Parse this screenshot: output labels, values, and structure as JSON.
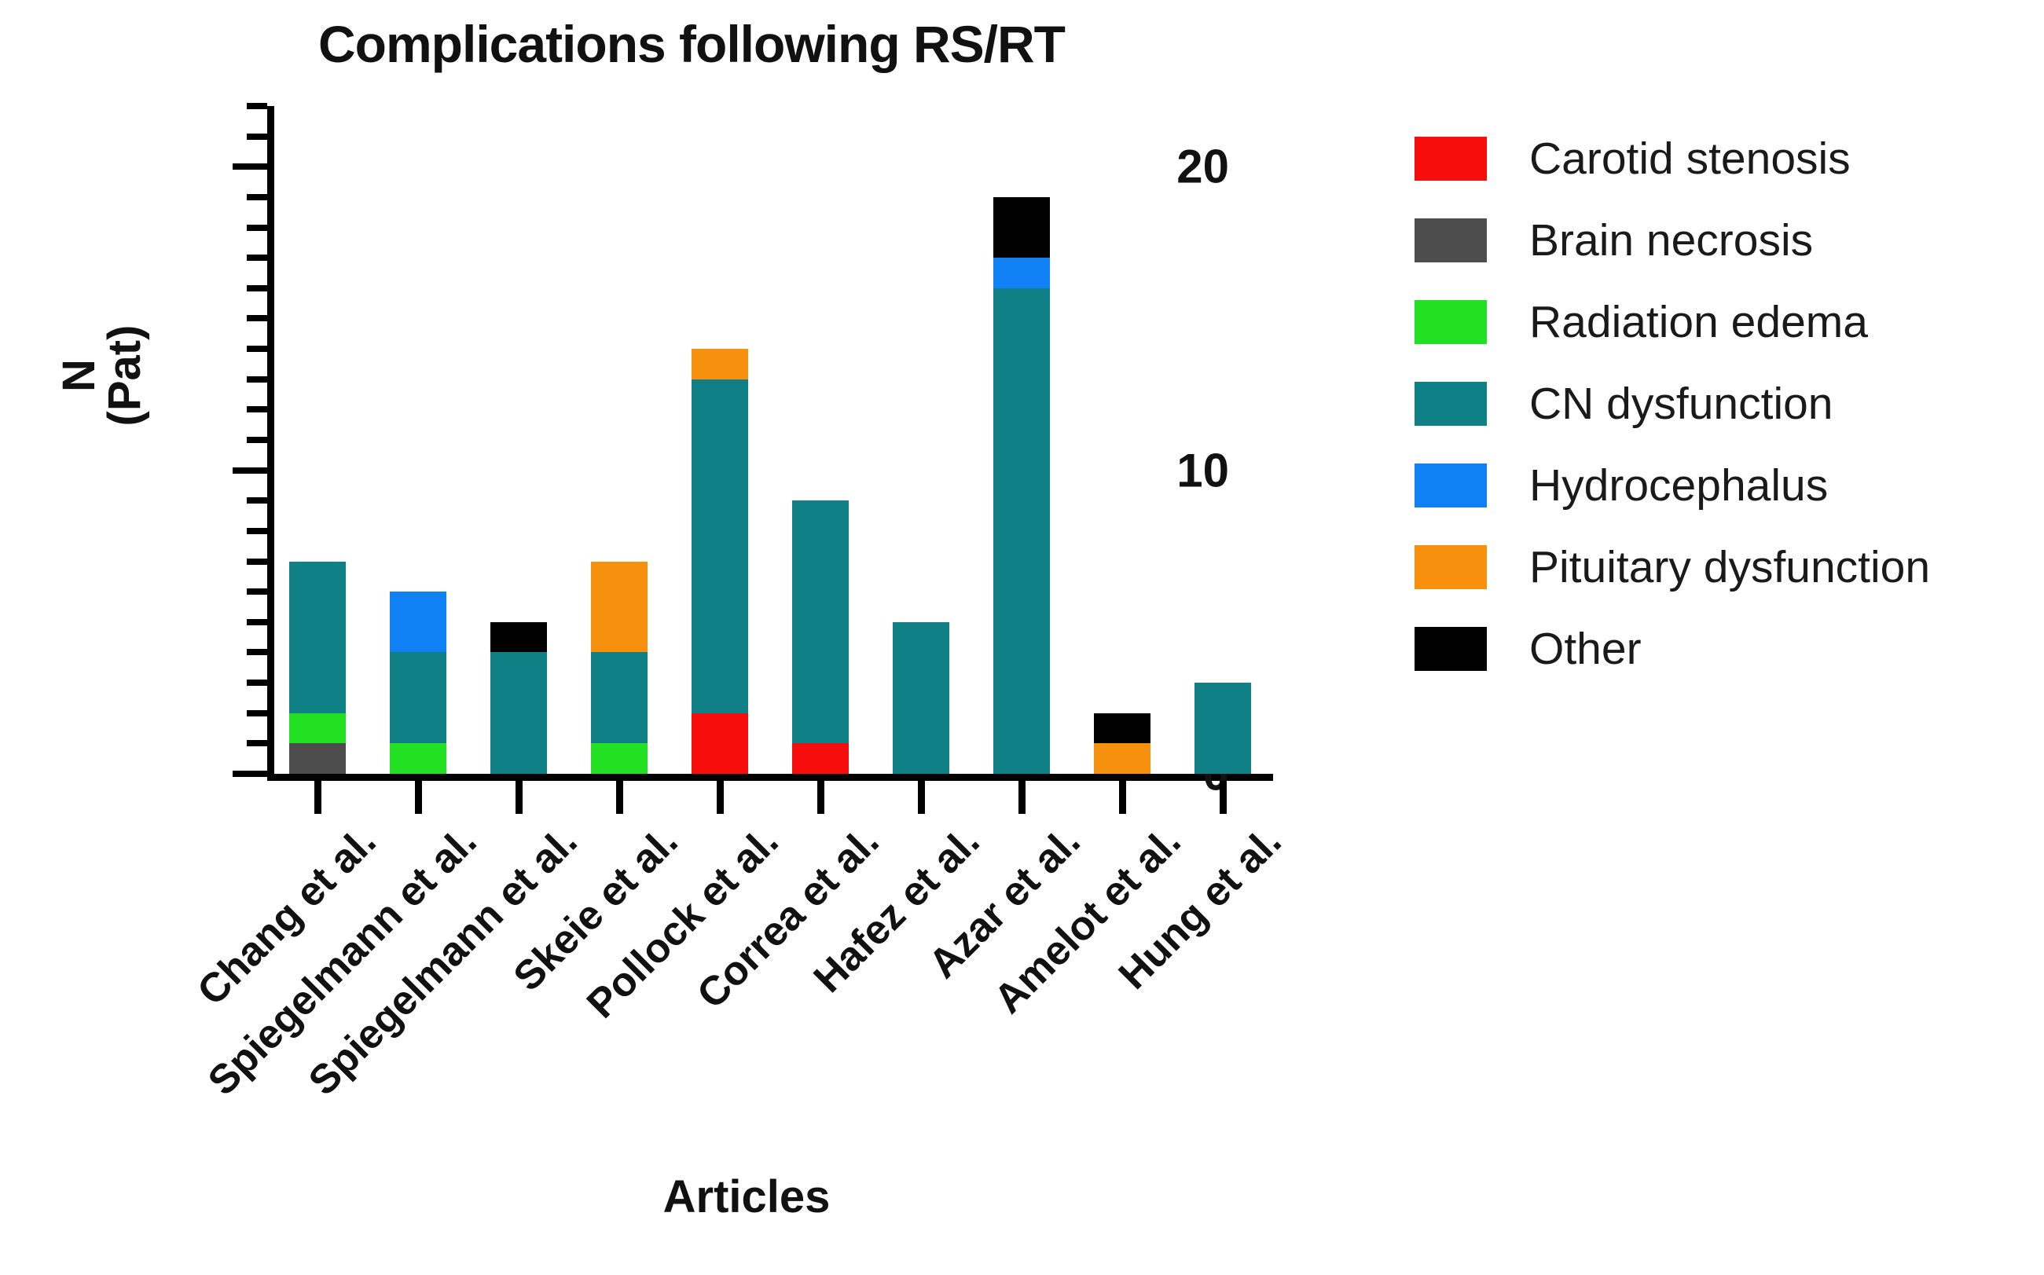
{
  "chart_data": {
    "type": "bar",
    "subtype": "stacked-bar",
    "title": "Complications following RS/RT",
    "xlabel": "Articles",
    "ylabel": "N (Pat)",
    "ylabel_lines": [
      "N",
      "(Pat)"
    ],
    "ylim": [
      0,
      22
    ],
    "ytick_labels": [
      "0",
      "10",
      "20"
    ],
    "ytick_values": [
      0,
      10,
      20
    ],
    "minor_tick_step": 1,
    "grid": false,
    "legend_position": "right",
    "categories": [
      "Chang et al.",
      "Spiegelmann et al.",
      "Spiegelmann et al.",
      "Skeie et al.",
      "Pollock et al.",
      "Correa et al.",
      "Hafez et al.",
      "Azar et al.",
      "Amelot et al.",
      "Hung et al."
    ],
    "series": [
      {
        "name": "Carotid stenosis",
        "color": "#f80d0d",
        "values": [
          0,
          0,
          0,
          0,
          2,
          1,
          0,
          0,
          0,
          0
        ]
      },
      {
        "name": "Brain necrosis",
        "color": "#4d4d4d",
        "values": [
          1,
          0,
          0,
          0,
          0,
          0,
          0,
          0,
          0,
          0
        ]
      },
      {
        "name": "Radiation edema",
        "color": "#22e022",
        "values": [
          1,
          1,
          0,
          1,
          0,
          0,
          0,
          0,
          0,
          0
        ]
      },
      {
        "name": "CN dysfunction",
        "color": "#0f8186",
        "values": [
          5,
          3,
          4,
          3,
          11,
          8,
          5,
          16,
          0,
          3
        ]
      },
      {
        "name": "Hydrocephalus",
        "color": "#1080f5",
        "values": [
          0,
          2,
          0,
          0,
          0,
          0,
          0,
          1,
          0,
          0
        ]
      },
      {
        "name": "Pituitary dysfunction",
        "color": "#f7900c",
        "values": [
          0,
          0,
          0,
          3,
          1,
          0,
          0,
          0,
          1,
          0
        ]
      },
      {
        "name": "Other",
        "color": "#000000",
        "values": [
          0,
          0,
          1,
          0,
          0,
          0,
          0,
          2,
          1,
          0
        ]
      }
    ],
    "totals": [
      7,
      6,
      5,
      7,
      14,
      9,
      5,
      19,
      2,
      3
    ]
  },
  "legend": {
    "items": [
      {
        "label": "Carotid stenosis",
        "color": "#f80d0d"
      },
      {
        "label": "Brain necrosis",
        "color": "#4d4d4d"
      },
      {
        "label": "Radiation edema",
        "color": "#22e022"
      },
      {
        "label": "CN dysfunction",
        "color": "#0f8186"
      },
      {
        "label": "Hydrocephalus",
        "color": "#1080f5"
      },
      {
        "label": "Pituitary dysfunction",
        "color": "#f7900c"
      },
      {
        "label": "Other",
        "color": "#000000"
      }
    ]
  }
}
